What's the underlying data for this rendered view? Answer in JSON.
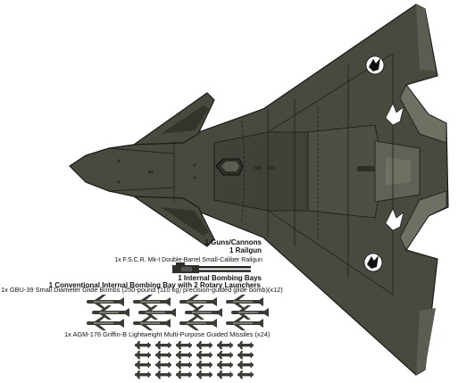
{
  "colors": {
    "hull": "#474a3f",
    "hull_light": "#6d7063",
    "hull_dark": "#2d2f28",
    "panel_line": "#1a1b17",
    "insignia": "#ffffff",
    "ordnance": "#3b3c36"
  },
  "icons": [
    "jet-aircraft-topview-icon",
    "eagle-insignia-icon",
    "railgun-icon",
    "glide-bomb-icon",
    "missile-icon"
  ],
  "loadout": {
    "guns_title": "1 Guns/Cannons",
    "railgun_title": "1 Railgun",
    "railgun_desc": "1x F.S.C.R. Mk-I Double-Barrel Small-Caliber Railgun",
    "bays_title": "1 Internal Bombing Bays",
    "bay_desc": "1 Conventional Internal Bombing Bay with 2 Rotary Launchers",
    "bomb_desc": "1x GBU-39 Small Diameter Glide Bombs (250-pound (110 kg) precision-guided glide bomb)(x12)",
    "missile_desc": "1x AGM-176 Griffin-B Lightweight Multi-Purpose Guided Missiles (x24)"
  },
  "counts": {
    "bombs": 12,
    "missiles": 24
  }
}
